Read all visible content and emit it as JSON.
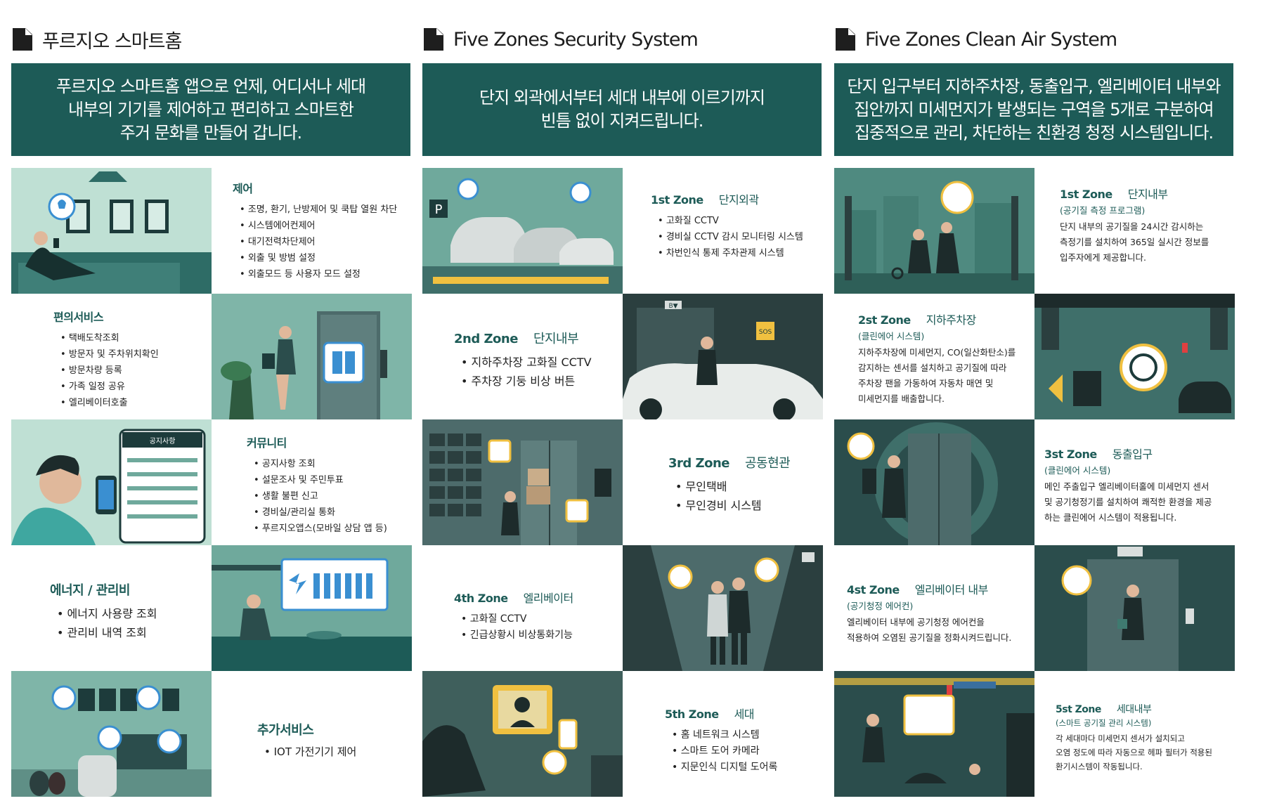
{
  "columns": [
    {
      "title": "푸르지오 스마트홈",
      "banner": "푸르지오 스마트홈 앱으로 언제, 어디서나 세대\n내부의 기기를 제어하고 편리하고 스마트한\n주거 문화를 만들어 갑니다.",
      "sections": [
        {
          "title": "제어",
          "items": [
            "조명, 환기, 난방제어 및 쿡탑 열원 차단",
            "시스템에어컨제어",
            "대기전력차단제어",
            "외출 및 방범 설정",
            "외출모드 등 사용자 모드 설정"
          ]
        },
        {
          "title": "편의서비스",
          "items": [
            "택배도착조회",
            "방문자 및 주차위치확인",
            "방문차량 등록",
            "가족 일정 공유",
            "엘리베이터호출"
          ]
        },
        {
          "title": "커뮤니티",
          "items": [
            "공지사항 조회",
            "설문조사 및 주민투표",
            "생활 불편 신고",
            "경비실/관리실 통화",
            "푸르지오앱스(모바일 상담 앱 등)"
          ],
          "phone_header": "공지사항"
        },
        {
          "title": "에너지 / 관리비",
          "items": [
            "에너지 사용량 조회",
            "관리비 내역 조회"
          ]
        },
        {
          "title": "추가서비스",
          "items": [
            "IOT 가전기기 제어"
          ]
        }
      ]
    },
    {
      "title": "Five Zones Security System",
      "banner": "단지 외곽에서부터 세대 내부에 이르기까지\n빈틈 없이 지켜드립니다.",
      "zones": [
        {
          "zone": "1st Zone",
          "name": "단지외곽",
          "items": [
            "고화질 CCTV",
            "경비실 CCTV 감시 모니터링 시스템",
            "차번인식 통제 주차관제 시스템"
          ]
        },
        {
          "zone": "2nd Zone",
          "name": "단지내부",
          "items": [
            "지하주차장 고화질 CCTV",
            "주차장 기둥 비상 버튼"
          ]
        },
        {
          "zone": "3rd Zone",
          "name": "공동현관",
          "items": [
            "무인택배",
            "무인경비 시스템"
          ]
        },
        {
          "zone": "4th Zone",
          "name": "엘리베이터",
          "items": [
            "고화질 CCTV",
            "긴급상황시 비상통화기능"
          ]
        },
        {
          "zone": "5th Zone",
          "name": "세대",
          "items": [
            "홈 네트워크 시스템",
            "스마트 도어 카메라",
            "지문인식 디지털 도어록"
          ]
        }
      ],
      "labels": {
        "parking": "P",
        "sos": "SOS",
        "floor": "B▼"
      }
    },
    {
      "title": "Five Zones Clean Air System",
      "banner": "단지 입구부터 지하주차장, 동출입구, 엘리베이터 내부와\n집안까지 미세먼지가 발생되는 구역을 5개로 구분하여\n집중적으로 관리, 차단하는 친환경 청정 시스템입니다.",
      "zones": [
        {
          "zone": "1st Zone",
          "name": "단지내부",
          "sub": "(공기질 측정 프로그램)",
          "desc": "단지 내부의 공기질을 24시간 감시하는\n측정기를 설치하여 365일 실시간 정보를\n입주자에게 제공합니다."
        },
        {
          "zone": "2st Zone",
          "name": "지하주차장",
          "sub": "(클린에어 시스템)",
          "desc": "지하주차장에 미세먼지, CO(일산화탄소)를\n감지하는 센서를 설치하고 공기질에 따라\n주차장 팬을 가동하여 자동차 매연 및\n미세먼지를 배출합니다."
        },
        {
          "zone": "3st Zone",
          "name": "동출입구",
          "sub": "(클린에어 시스템)",
          "desc": "메인 주출입구 엘리베이터홀에 미세먼지 센서\n및 공기청정기를 설치하여 쾌적한 환경을 제공\n하는 클린에어 시스템이 적용됩니다."
        },
        {
          "zone": "4st Zone",
          "name": "엘리베이터 내부",
          "sub": "(공기청정 에어컨)",
          "desc": "엘리베이터 내부에 공기청정 에어컨을\n적용하여 오염된 공기질을 정화시켜드립니다."
        },
        {
          "zone": "5st Zone",
          "name": "세대내부",
          "sub": "(스마트 공기질 관리 시스템)",
          "desc": "각 세대마다 미세먼지 센서가 설치되고\n오염 정도에 따라 자동으로 헤파 필터가 적용된\n환기시스템이 작동됩니다."
        }
      ]
    }
  ],
  "colors": {
    "teal_dark": "#1d5b57",
    "teal_mid": "#2f6f69",
    "teal_light": "#6fa99c",
    "mint": "#a9d3c4",
    "gray_teal": "#4d6b6b"
  }
}
